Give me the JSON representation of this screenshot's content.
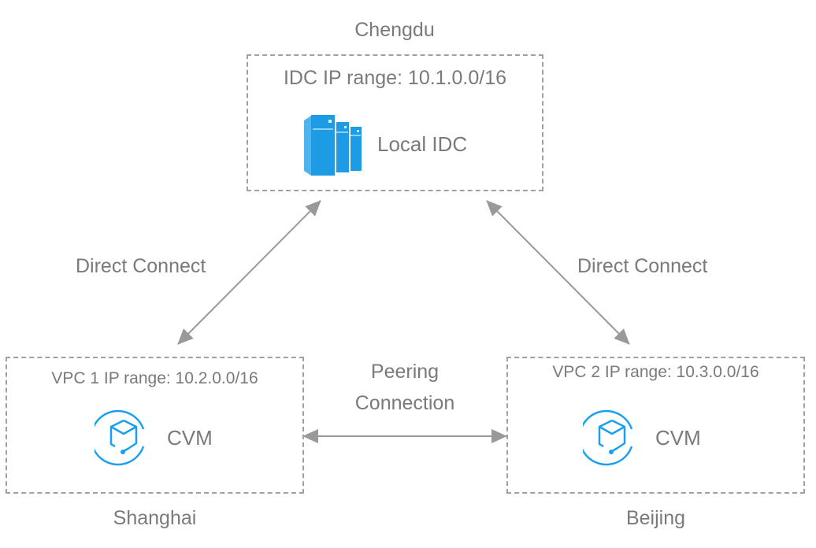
{
  "colors": {
    "text": "#7a7a7a",
    "border": "#a0a0a0",
    "arrow": "#999999",
    "icon_blue": "#1e9be5",
    "cvm_blue": "#1aa0f0"
  },
  "regions": {
    "top": {
      "location": "Chengdu",
      "ip_range": "IDC IP range: 10.1.0.0/16",
      "node_label": "Local IDC",
      "icon": "server-rack-icon"
    },
    "left": {
      "location": "Shanghai",
      "ip_range": "VPC 1 IP range: 10.2.0.0/16",
      "node_label": "CVM",
      "icon": "cvm-cube-icon"
    },
    "right": {
      "location": "Beijing",
      "ip_range": "VPC 2 IP range: 10.3.0.0/16",
      "node_label": "CVM",
      "icon": "cvm-cube-icon"
    }
  },
  "connections": {
    "left_direct": "Direct Connect",
    "right_direct": "Direct Connect",
    "peering_line1": "Peering",
    "peering_line2": "Connection"
  }
}
